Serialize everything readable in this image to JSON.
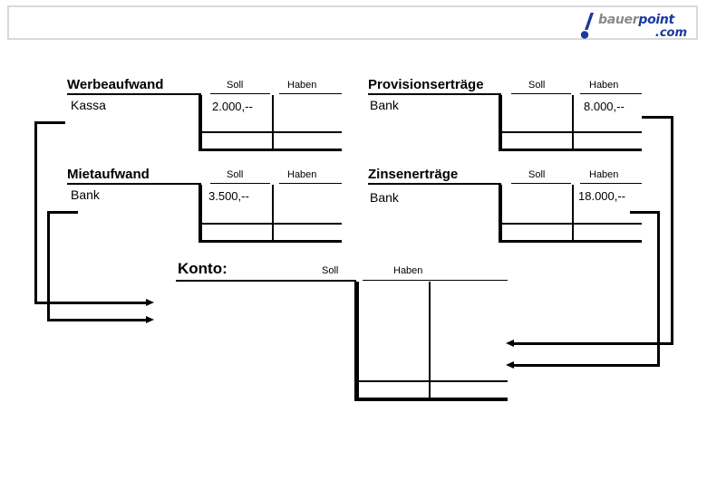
{
  "header": {
    "logo": {
      "name": "bauerpoint-logo",
      "word_part1": "bauer",
      "word_part2": "point",
      "domain_suffix": ".com",
      "color_brand": "#1a3a9c",
      "color_grey": "#8a8a8a"
    }
  },
  "columns": {
    "debit_label": "Soll",
    "credit_label": "Haben"
  },
  "accounts": [
    {
      "id": "werbeaufwand",
      "title": "Werbeaufwand",
      "contra": "Kassa",
      "debit_label": "Soll",
      "credit_label": "Haben",
      "debit_amount": "2.000,--",
      "credit_amount": ""
    },
    {
      "id": "provisionsertraege",
      "title": "Provisionserträge",
      "contra": "Bank",
      "debit_label": "Soll",
      "credit_label": "Haben",
      "debit_amount": "",
      "credit_amount": "8.000,--"
    },
    {
      "id": "mietaufwand",
      "title": "Mietaufwand",
      "contra": "Bank",
      "debit_label": "Soll",
      "credit_label": "Haben",
      "debit_amount": "3.500,--",
      "credit_amount": ""
    },
    {
      "id": "zinsenertraege",
      "title": "Zinsenerträge",
      "contra": "Bank",
      "debit_label": "Soll",
      "credit_label": "Haben",
      "debit_amount": "",
      "credit_amount": "18.000,--"
    }
  ],
  "summary_account": {
    "id": "konto",
    "title": "Konto:",
    "debit_label": "Soll",
    "credit_label": "Haben",
    "debit_amount": "",
    "credit_amount": ""
  },
  "connectors": {
    "count": 4,
    "left_arrow_count": 2,
    "right_arrow_count": 2
  }
}
